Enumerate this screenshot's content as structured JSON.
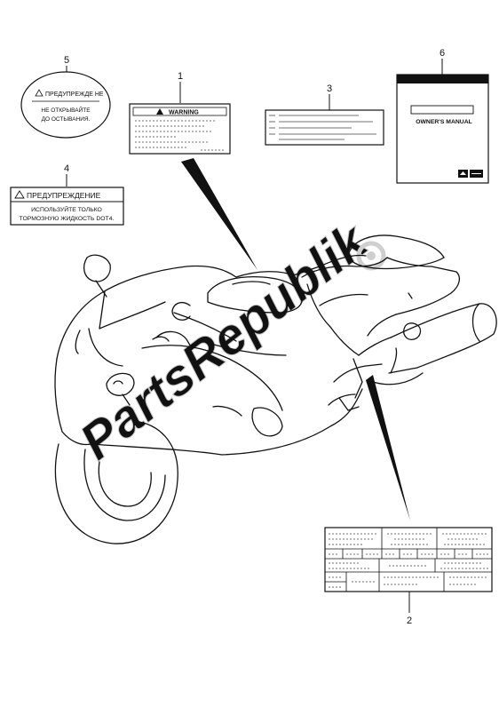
{
  "callouts": [
    "1",
    "2",
    "3",
    "4",
    "5",
    "6"
  ],
  "label5": {
    "line1": "ПРЕДУПРЕЖДЕ НЕ",
    "line2": "НЕ ОТКРЫВАЙТЕ",
    "line3": "ДО ОСТЫВАНИЯ."
  },
  "label1": {
    "title": "WARNING"
  },
  "label4": {
    "title": "ПРЕДУПРЕЖДЕНИЕ",
    "line1": "ИСПОЛЬЗУЙТЕ ТОЛЬКО",
    "line2": "ТОРМОЗНУЮ ЖИДКОСТЬ DOT4."
  },
  "label6": {
    "title": "OWNER'S MANUAL"
  },
  "watermark": "PartsRepublik",
  "colors": {
    "ink": "#111111",
    "watermark": "#d6d6d6",
    "background": "#ffffff"
  }
}
